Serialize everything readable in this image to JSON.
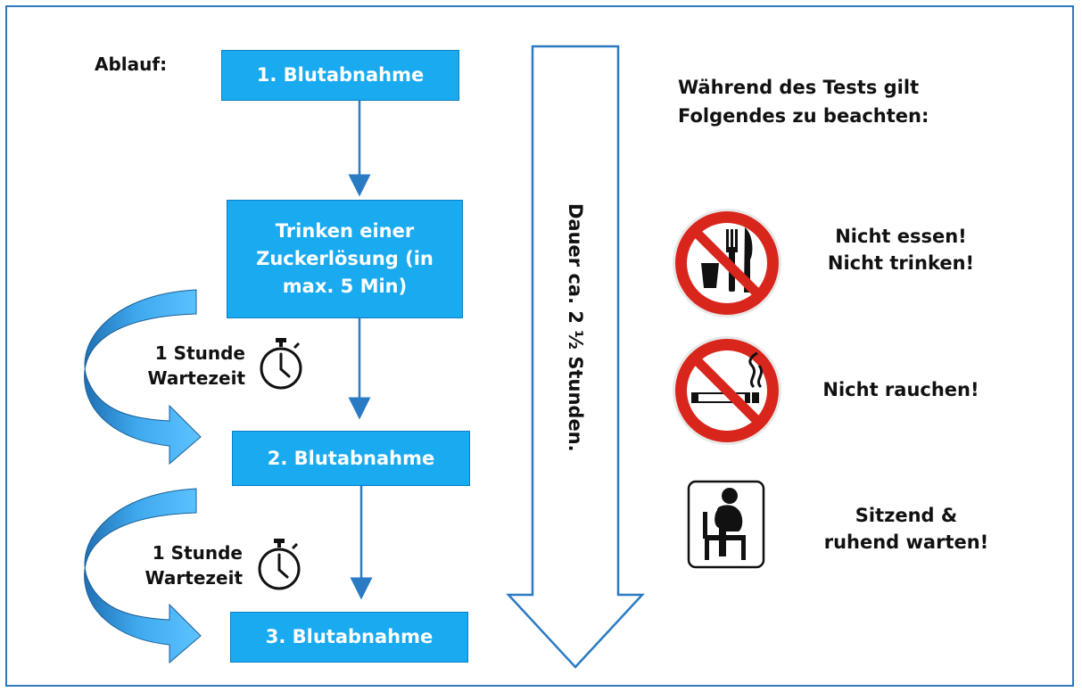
{
  "ablauf_label": "Ablauf:",
  "steps": [
    "1. Blutabnahme",
    "Trinken einer Zuckerlösung (in max. 5 Min)",
    "2. Blutabnahme",
    "3. Blutabnahme"
  ],
  "waits": [
    {
      "line1": "1 Stunde",
      "line2": "Wartezeit",
      "icon": "stopwatch-icon"
    },
    {
      "line1": "1 Stunde",
      "line2": "Wartezeit",
      "icon": "stopwatch-icon"
    }
  ],
  "duration_label": "Dauer ca. 2 ½ Stunden.",
  "rules_title": {
    "line1": "Während des Tests gilt",
    "line2": "Folgendes zu beachten:"
  },
  "rules": [
    {
      "line1": "Nicht essen!",
      "line2": "Nicht trinken!",
      "icon": "no-eating-drinking-icon"
    },
    {
      "line1": "Nicht rauchen!",
      "line2": "",
      "icon": "no-smoking-icon"
    },
    {
      "line1": "Sitzend &",
      "line2": "ruhend warten!",
      "icon": "sitting-person-icon"
    }
  ],
  "colors": {
    "box_fill": "#1aaaf0",
    "arrow": "#2a7bc3",
    "frame": "#2f78c0",
    "prohibition_red": "#d8261c"
  }
}
